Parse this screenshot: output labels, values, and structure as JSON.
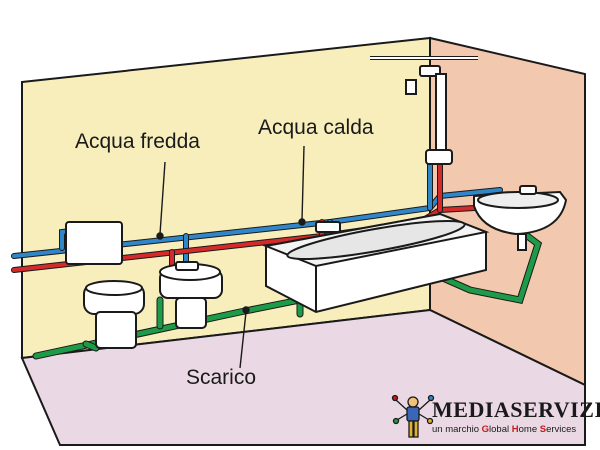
{
  "labels": {
    "cold_water": "Acqua fredda",
    "hot_water": "Acqua calda",
    "drain": "Scarico"
  },
  "logo": {
    "name": "MEDIASERVIZI",
    "tagline_prefix": "un marchio",
    "tagline_g": "G",
    "tagline_lobal": "lobal ",
    "tagline_h": "H",
    "tagline_ome": "ome ",
    "tagline_s": "S",
    "tagline_ervices": "ervices"
  },
  "colors": {
    "back_wall": "#f8eebc",
    "side_wall": "#f2c8ae",
    "floor": "#ead9e4",
    "cold_pipe": "#2f86c9",
    "hot_pipe": "#d42a2a",
    "drain_pipe": "#1e9b48",
    "outline": "#1a1a1a"
  }
}
